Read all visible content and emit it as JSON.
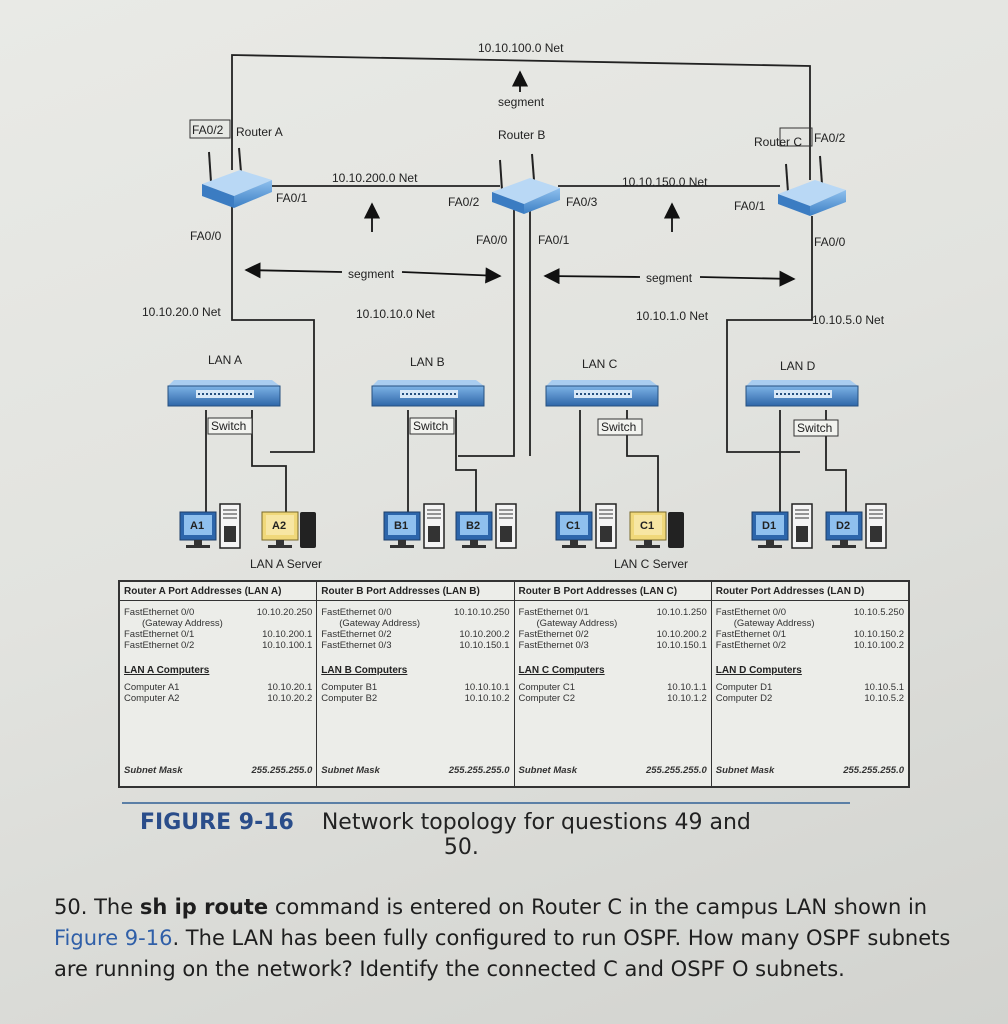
{
  "diagram": {
    "routers": {
      "a": "Router A",
      "b": "Router B",
      "c": "Router C"
    },
    "ports": {
      "a_fa02": "FA0/2",
      "a_fa01": "FA0/1",
      "a_fa00": "FA0/0",
      "b_fa02": "FA0/2",
      "b_fa03": "FA0/3",
      "b_fa00": "FA0/0",
      "b_fa01": "FA0/1",
      "c_fa02": "FA0/2",
      "c_fa01": "FA0/1",
      "c_fa00": "FA0/0"
    },
    "nets": {
      "n100": "10.10.100.0 Net",
      "n200": "10.10.200.0 Net",
      "n150": "10.10.150.0 Net",
      "n20": "10.10.20.0 Net",
      "n10": "10.10.10.0 Net",
      "n1": "10.10.1.0 Net",
      "n5": "10.10.5.0 Net"
    },
    "segment": "segment",
    "lans": {
      "a": "LAN A",
      "b": "LAN B",
      "c": "LAN C",
      "d": "LAN D"
    },
    "switch": "Switch",
    "computers": {
      "a1": "A1",
      "a2": "A2",
      "b1": "B1",
      "b2": "B2",
      "c1": "C1",
      "c1b": "C1",
      "d1": "D1",
      "d2": "D2"
    },
    "servers": {
      "a": "LAN A Server",
      "c": "LAN C Server"
    }
  },
  "table": [
    {
      "header": "Router A Port Addresses (LAN A)",
      "ports": [
        {
          "name": "FastEthernet 0/0",
          "addr": "10.10.20.250",
          "note": "(Gateway Address)"
        },
        {
          "name": "FastEthernet 0/1",
          "addr": "10.10.200.1"
        },
        {
          "name": "FastEthernet 0/2",
          "addr": "10.10.100.1"
        }
      ],
      "computers_title": "LAN A Computers",
      "computers": [
        {
          "name": "Computer A1",
          "addr": "10.10.20.1"
        },
        {
          "name": "Computer A2",
          "addr": "10.10.20.2"
        }
      ],
      "mask_label": "Subnet Mask",
      "mask": "255.255.255.0"
    },
    {
      "header": "Router B Port Addresses (LAN B)",
      "ports": [
        {
          "name": "FastEthernet 0/0",
          "addr": "10.10.10.250",
          "note": "(Gateway Address)"
        },
        {
          "name": "FastEthernet 0/2",
          "addr": "10.10.200.2"
        },
        {
          "name": "FastEthernet 0/3",
          "addr": "10.10.150.1"
        }
      ],
      "computers_title": "LAN B Computers",
      "computers": [
        {
          "name": "Computer B1",
          "addr": "10.10.10.1"
        },
        {
          "name": "Computer B2",
          "addr": "10.10.10.2"
        }
      ],
      "mask_label": "Subnet Mask",
      "mask": "255.255.255.0"
    },
    {
      "header": "Router B Port Addresses (LAN C)",
      "ports": [
        {
          "name": "FastEthernet 0/1",
          "addr": "10.10.1.250",
          "note": "(Gateway Address)"
        },
        {
          "name": "FastEthernet 0/2",
          "addr": "10.10.200.2"
        },
        {
          "name": "FastEthernet 0/3",
          "addr": "10.10.150.1"
        }
      ],
      "computers_title": "LAN C Computers",
      "computers": [
        {
          "name": "Computer C1",
          "addr": "10.10.1.1"
        },
        {
          "name": "Computer C2",
          "addr": "10.10.1.2"
        }
      ],
      "mask_label": "Subnet Mask",
      "mask": "255.255.255.0"
    },
    {
      "header": "Router Port Addresses (LAN D)",
      "ports": [
        {
          "name": "FastEthernet 0/0",
          "addr": "10.10.5.250",
          "note": "(Gateway Address)"
        },
        {
          "name": "FastEthernet 0/1",
          "addr": "10.10.150.2"
        },
        {
          "name": "FastEthernet 0/2",
          "addr": "10.10.100.2"
        }
      ],
      "computers_title": "LAN D Computers",
      "computers": [
        {
          "name": "Computer D1",
          "addr": "10.10.5.1"
        },
        {
          "name": "Computer D2",
          "addr": "10.10.5.2"
        }
      ],
      "mask_label": "Subnet Mask",
      "mask": "255.255.255.0"
    }
  ],
  "figure": {
    "number": "FIGURE 9-16",
    "caption_line1": "Network topology for questions 49 and",
    "caption_line2": "50."
  },
  "question": {
    "number": "50.",
    "pre": "The ",
    "command": "sh ip route",
    "mid": " command is entered on Router C in the campus LAN shown in ",
    "link": "Figure 9-16",
    "post": ". The LAN has been fully configured to run OSPF. How many OSPF subnets are running on the network? Identify the connected C and OSPF O subnets."
  },
  "colors": {
    "router": "#4b8fd1",
    "switch": "#3d76b8",
    "text": "#222222",
    "figure_blue": "#2a4d8a",
    "link_blue": "#2f5fa8"
  }
}
